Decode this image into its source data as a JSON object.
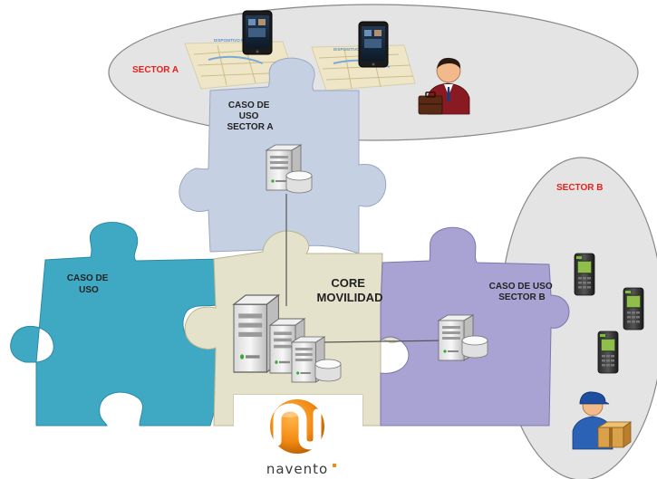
{
  "sector_a": {
    "label": "SECTOR A",
    "tablet_screen_text": "DISPOSITIVO MÓVIL TABLET"
  },
  "sector_b": {
    "label": "SECTOR B"
  },
  "piece_sector_a": {
    "label_lines": [
      "CASO DE",
      "USO",
      "SECTOR A"
    ]
  },
  "piece_generic": {
    "label_lines": [
      "CASO DE",
      "USO"
    ]
  },
  "piece_core": {
    "label_lines": [
      "CORE",
      "MOVILIDAD"
    ]
  },
  "piece_sector_b": {
    "label_lines": [
      "CASO DE USO",
      "SECTOR B"
    ]
  },
  "logo": {
    "text": "navento"
  },
  "colors": {
    "sector_red": "#e8211b",
    "ellipse_fill": "#e4e4e4",
    "piece_sector_a": "#c5d0e2",
    "piece_generic": "#3fa9c4",
    "piece_core": "#e5e2cb",
    "piece_sector_b": "#a9a3d3",
    "logo_orange": "#f28a13"
  },
  "icons": [
    "tablet-icon",
    "businessman-icon",
    "server-icon",
    "server-cluster-icon",
    "mobile-terminal-icon",
    "delivery-man-icon"
  ]
}
